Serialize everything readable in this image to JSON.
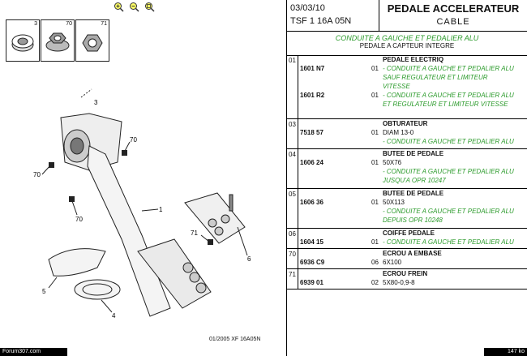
{
  "left": {
    "thumbs": [
      {
        "num": "3"
      },
      {
        "num": "70"
      },
      {
        "num": "71"
      }
    ],
    "callouts": {
      "c3": "3",
      "c70a": "70",
      "c70b": "70",
      "c70c": "70",
      "c1": "1",
      "c71": "71",
      "c6": "6",
      "c5": "5",
      "c4": "4"
    },
    "footer": "01/2005   XF 16A05N",
    "site": "Forum307.com",
    "size": "147 ko"
  },
  "header": {
    "date": "03/03/10",
    "code": "TSF 1 16A 05N",
    "title": "PEDALE ACCELERATEUR",
    "subtitle": "CABLE"
  },
  "subheader": {
    "green": "CONDUITE A GAUCHE ET PEDALIER ALU",
    "black": "PEDALE A CAPTEUR INTEGRE"
  },
  "groups": [
    {
      "no": "01",
      "height": 78,
      "lines": [
        {
          "h": "PEDALE ELECTRIQ"
        },
        {
          "ref": "1601 N7",
          "q": "01",
          "d": "- CONDUITE A GAUCHE ET PEDALIER ALU",
          "g": true
        },
        {
          "d": "SAUF REGULATEUR ET LIMITEUR",
          "g": true
        },
        {
          "d": "VITESSE",
          "g": true
        },
        {
          "ref": "1601 R2",
          "q": "01",
          "d": "- CONDUITE A GAUCHE ET PEDALIER ALU",
          "g": true
        },
        {
          "d": "ET REGULATEUR ET LIMITEUR VITESSE",
          "g": true
        }
      ]
    },
    {
      "no": "03",
      "height": 36,
      "lines": [
        {
          "h": "OBTURATEUR"
        },
        {
          "ref": "7518 57",
          "q": "01",
          "d": "DIAM 13-0"
        },
        {
          "d": "- CONDUITE A GAUCHE ET PEDALIER ALU",
          "g": true
        }
      ]
    },
    {
      "no": "04",
      "height": 48,
      "lines": [
        {
          "h": "BUTEE DE PEDALE"
        },
        {
          "ref": "1606 24",
          "q": "01",
          "d": "50X76"
        },
        {
          "d": "- CONDUITE A GAUCHE ET PEDALIER ALU",
          "g": true
        },
        {
          "d": "JUSQU'A OPR 10247",
          "g": true
        }
      ]
    },
    {
      "no": "05",
      "height": 48,
      "lines": [
        {
          "h": "BUTEE DE PEDALE"
        },
        {
          "ref": "1606 36",
          "q": "01",
          "d": "50X113"
        },
        {
          "d": "- CONDUITE A GAUCHE ET PEDALIER ALU",
          "g": true
        },
        {
          "d": "DEPUIS OPR 10248",
          "g": true
        }
      ]
    },
    {
      "no": "06",
      "height": 24,
      "lines": [
        {
          "h": "COIFFE PEDALE"
        },
        {
          "ref": "1604 15",
          "q": "01",
          "d": "- CONDUITE A GAUCHE ET PEDALIER ALU",
          "g": true
        }
      ]
    },
    {
      "no": "70",
      "height": 24,
      "lines": [
        {
          "h": "ECROU A EMBASE"
        },
        {
          "ref": "6936 C9",
          "q": "06",
          "d": "6X100"
        }
      ]
    },
    {
      "no": "71",
      "height": 24,
      "lines": [
        {
          "h": "ECROU FREIN"
        },
        {
          "ref": "6939 01",
          "q": "02",
          "d": "5X80-0,9-8"
        }
      ]
    }
  ],
  "colors": {
    "green": "#2a9a2a"
  },
  "icons": [
    "zoom-in-icon",
    "zoom-out-icon",
    "zoom-fit-icon"
  ]
}
